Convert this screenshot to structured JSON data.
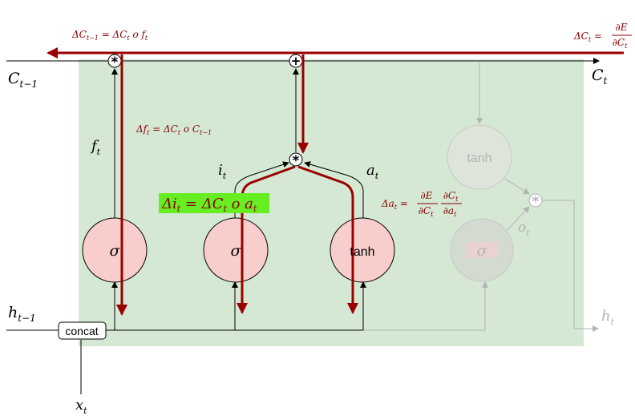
{
  "labels": {
    "c_prev": "C",
    "c_prev_sub": "t−1",
    "c_next": "C",
    "c_next_sub": "t",
    "h_prev": "h",
    "h_prev_sub": "t−1",
    "h_next": "h",
    "h_next_sub": "t",
    "x_in": "x",
    "x_in_sub": "t",
    "f_gate": "f",
    "f_gate_sub": "t",
    "i_gate": "i",
    "i_gate_sub": "t",
    "a_gate": "a",
    "a_gate_sub": "t",
    "o_gate": "o",
    "o_gate_sub": "t"
  },
  "nodes": {
    "forget_sigma": "σ",
    "input_sigma": "σ",
    "candidate_tanh": "tanh",
    "output_sigma": "σ",
    "output_tanh": "tanh",
    "concat": "concat",
    "mul_symbol": "*",
    "add_symbol": "+"
  },
  "equations": {
    "delta_c_prev": "ΔC",
    "delta_c_prev_sub": "t−1",
    "delta_c_prev_rhs": " = ΔC",
    "delta_c_prev_rhs_sub": "t",
    "delta_c_prev_tail": " o f",
    "delta_c_prev_tail_sub": "t",
    "delta_c_top": "ΔC",
    "delta_c_top_sub": "t",
    "delta_c_top_eq": " = ",
    "delta_c_top_num": "∂E",
    "delta_c_top_den": "∂C",
    "delta_c_top_den_sub": "t",
    "delta_f": "Δf",
    "delta_f_sub": "t",
    "delta_f_rhs": " = ΔC",
    "delta_f_rhs_sub": "t",
    "delta_f_tail": " o C",
    "delta_f_tail_sub": "t−1",
    "delta_i": "Δi",
    "delta_i_sub": "t",
    "delta_i_rhs": " = ΔC",
    "delta_i_rhs_sub": "t",
    "delta_i_tail": " o a",
    "delta_i_tail_sub": "t",
    "delta_a": "Δa",
    "delta_a_sub": "t",
    "delta_a_eq": " = ",
    "delta_a_num1": "∂E",
    "delta_a_den1": "∂C",
    "delta_a_den1_sub": "t",
    "delta_a_num2": "∂C",
    "delta_a_num2_sub": "t",
    "delta_a_den2": "∂a",
    "delta_a_den2_sub": "t"
  },
  "colors": {
    "cell_bg": "#d5e8d4",
    "gate_fill": "#f8cecc",
    "grad_arrow": "#990000",
    "eq_text": "#8b0000",
    "highlight": "#66ee22",
    "faded": "#b3b3b3"
  }
}
